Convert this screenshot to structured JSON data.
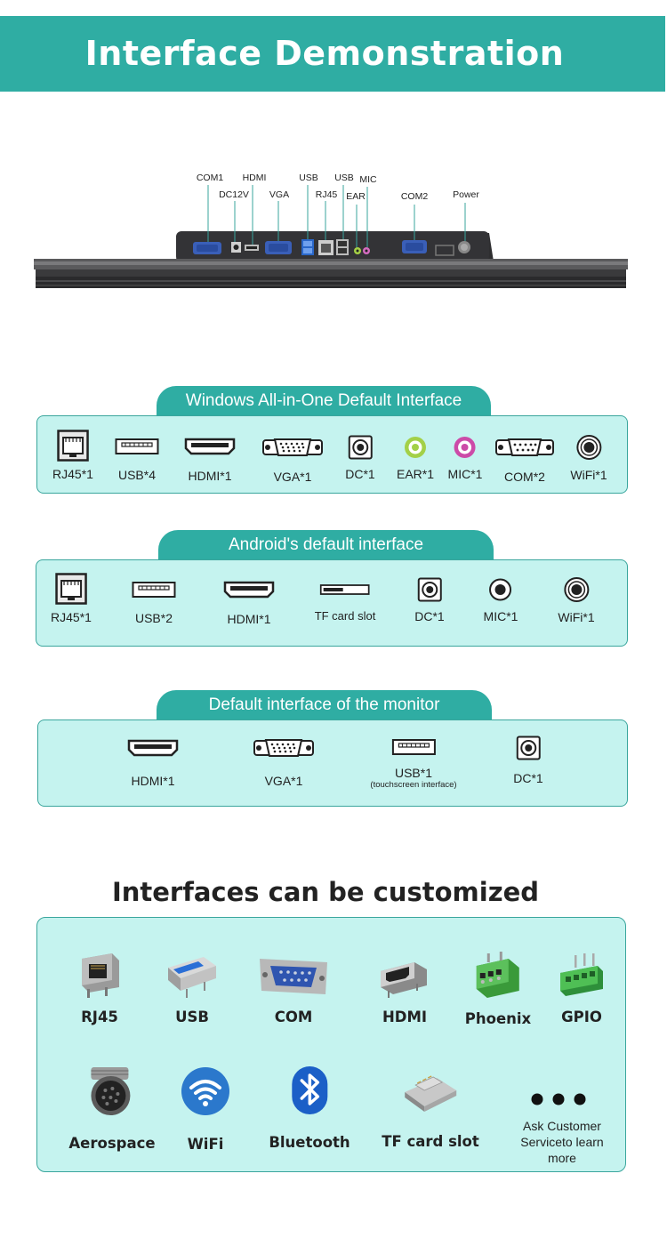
{
  "header": {
    "title": "Interface Demonstration"
  },
  "device": {
    "ports": [
      {
        "key": "com1",
        "label": "COM1"
      },
      {
        "key": "dc12v",
        "label": "DC12V"
      },
      {
        "key": "hdmi",
        "label": "HDMI"
      },
      {
        "key": "vga",
        "label": "VGA"
      },
      {
        "key": "usb1",
        "label": "USB"
      },
      {
        "key": "rj45",
        "label": "RJ45"
      },
      {
        "key": "usb2",
        "label": "USB"
      },
      {
        "key": "ear",
        "label": "EAR"
      },
      {
        "key": "mic",
        "label": "MIC"
      },
      {
        "key": "com2",
        "label": "COM2"
      },
      {
        "key": "power",
        "label": "Power"
      }
    ]
  },
  "windows": {
    "title": "Windows All-in-One Default Interface",
    "items": [
      {
        "icon": "rj45-icon",
        "label": "RJ45*1"
      },
      {
        "icon": "usb-icon",
        "label": "USB*4"
      },
      {
        "icon": "hdmi-icon",
        "label": "HDMI*1"
      },
      {
        "icon": "vga-icon",
        "label": "VGA*1"
      },
      {
        "icon": "dc-icon",
        "label": "DC*1"
      },
      {
        "icon": "ear-icon",
        "label": "EAR*1"
      },
      {
        "icon": "mic-icon",
        "label": "MIC*1"
      },
      {
        "icon": "com-icon",
        "label": "COM*2"
      },
      {
        "icon": "wifi-antenna-icon",
        "label": "WiFi*1"
      }
    ]
  },
  "android": {
    "title": "Android's default interface",
    "items": [
      {
        "icon": "rj45-icon",
        "label": "RJ45*1"
      },
      {
        "icon": "usb-icon",
        "label": "USB*2"
      },
      {
        "icon": "hdmi-icon",
        "label": "HDMI*1"
      },
      {
        "icon": "tf-card-icon",
        "label": "TF card slot"
      },
      {
        "icon": "dc-icon",
        "label": "DC*1"
      },
      {
        "icon": "mic-jack-icon",
        "label": "MIC*1"
      },
      {
        "icon": "wifi-antenna-icon",
        "label": "WiFi*1"
      }
    ]
  },
  "monitor": {
    "title": "Default interface of the monitor",
    "items": [
      {
        "icon": "hdmi-icon",
        "label": "HDMI*1",
        "sub": ""
      },
      {
        "icon": "vga-icon",
        "label": "VGA*1",
        "sub": ""
      },
      {
        "icon": "usb-icon",
        "label": "USB*1",
        "sub": "(touchscreen interface)"
      },
      {
        "icon": "dc-icon",
        "label": "DC*1",
        "sub": ""
      }
    ]
  },
  "custom": {
    "title": "Interfaces can be customized",
    "row1": [
      {
        "icon": "rj45-jack-icon",
        "label": "RJ45"
      },
      {
        "icon": "usb-port-icon",
        "label": "USB"
      },
      {
        "icon": "db9-connector-icon",
        "label": "COM"
      },
      {
        "icon": "hdmi-port-icon",
        "label": "HDMI"
      },
      {
        "icon": "phoenix-terminal-icon",
        "label": "Phoenix"
      },
      {
        "icon": "gpio-terminal-icon",
        "label": "GPIO"
      }
    ],
    "row2": [
      {
        "icon": "aerospace-connector-icon",
        "label": "Aerospace"
      },
      {
        "icon": "wifi-icon",
        "label": "WiFi"
      },
      {
        "icon": "bluetooth-icon",
        "label": "Bluetooth"
      },
      {
        "icon": "tf-card-slot-icon",
        "label": "TF card slot"
      }
    ],
    "more": "Ask Customer Serviceto learn more"
  },
  "colors": {
    "teal": "#2fada3",
    "panel": "#c5f3ef",
    "border": "#3aa69d"
  }
}
